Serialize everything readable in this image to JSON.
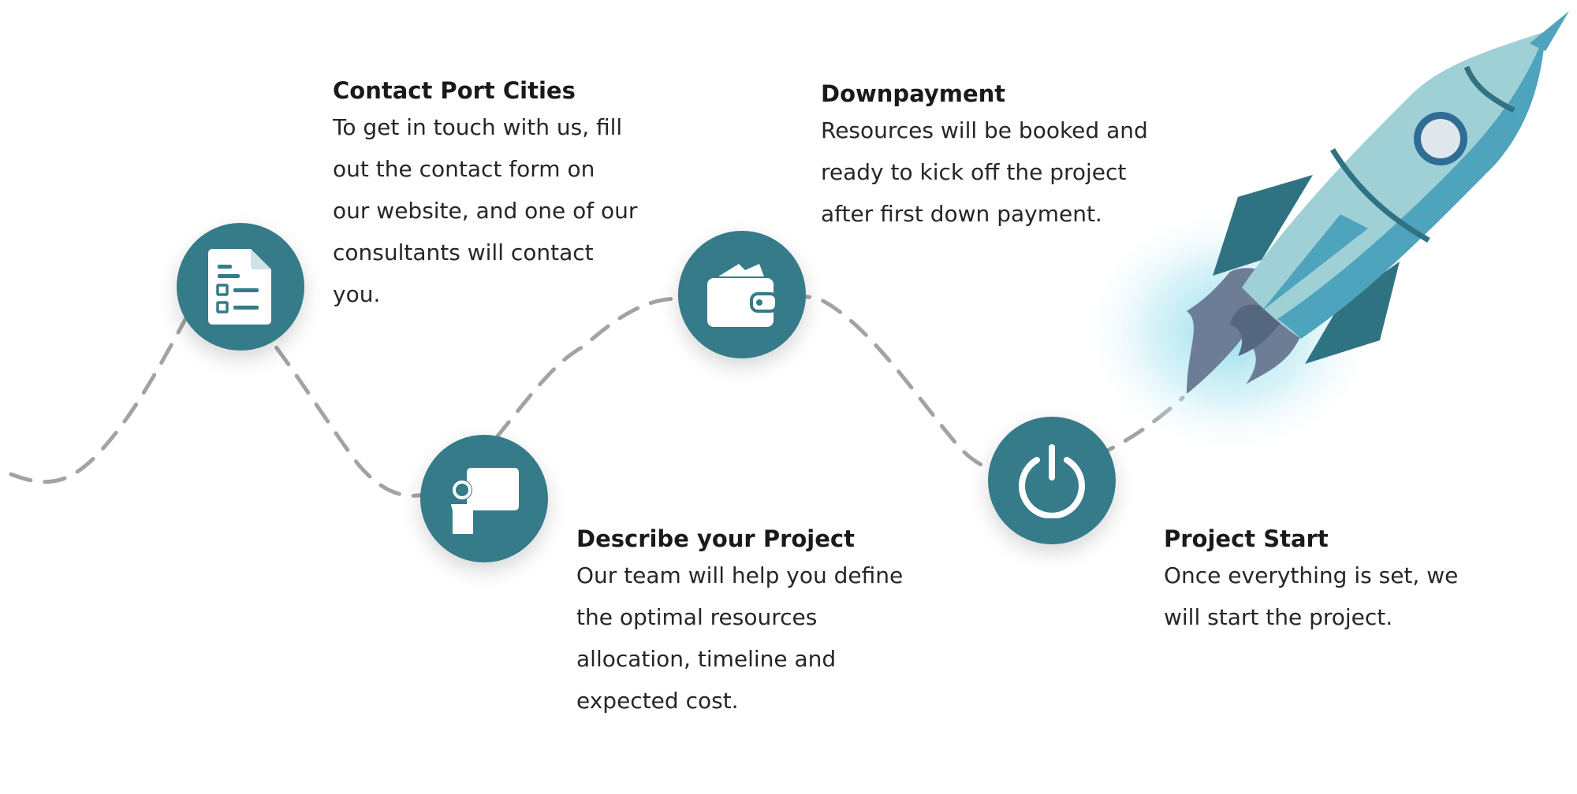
{
  "steps": [
    {
      "title": "Contact Port Cities",
      "lines": [
        "To get in touch with us, fill",
        "out the contact form on",
        "our website, and one of our",
        "consultants will contact",
        "you."
      ],
      "icon": "form-document-icon"
    },
    {
      "title": "Describe your Project",
      "lines": [
        "Our team will help you define",
        "the optimal resources",
        "allocation, timeline and",
        "expected cost."
      ],
      "icon": "presentation-board-icon"
    },
    {
      "title": "Downpayment",
      "lines": [
        "Resources will be booked and",
        "ready to kick off the project",
        "after first down payment."
      ],
      "icon": "wallet-icon"
    },
    {
      "title": "Project Start",
      "lines": [
        "Once everything is set, we",
        "will start the project."
      ],
      "icon": "power-icon"
    }
  ],
  "illustration": "rocket-illustration",
  "colors": {
    "node": "#357b89",
    "dash": "#a3a3a3",
    "rocket_body": "#9fd0d6",
    "rocket_stripe": "#4ea3bd",
    "rocket_fin": "#2f7383",
    "rocket_flame": "#6e7d96"
  }
}
